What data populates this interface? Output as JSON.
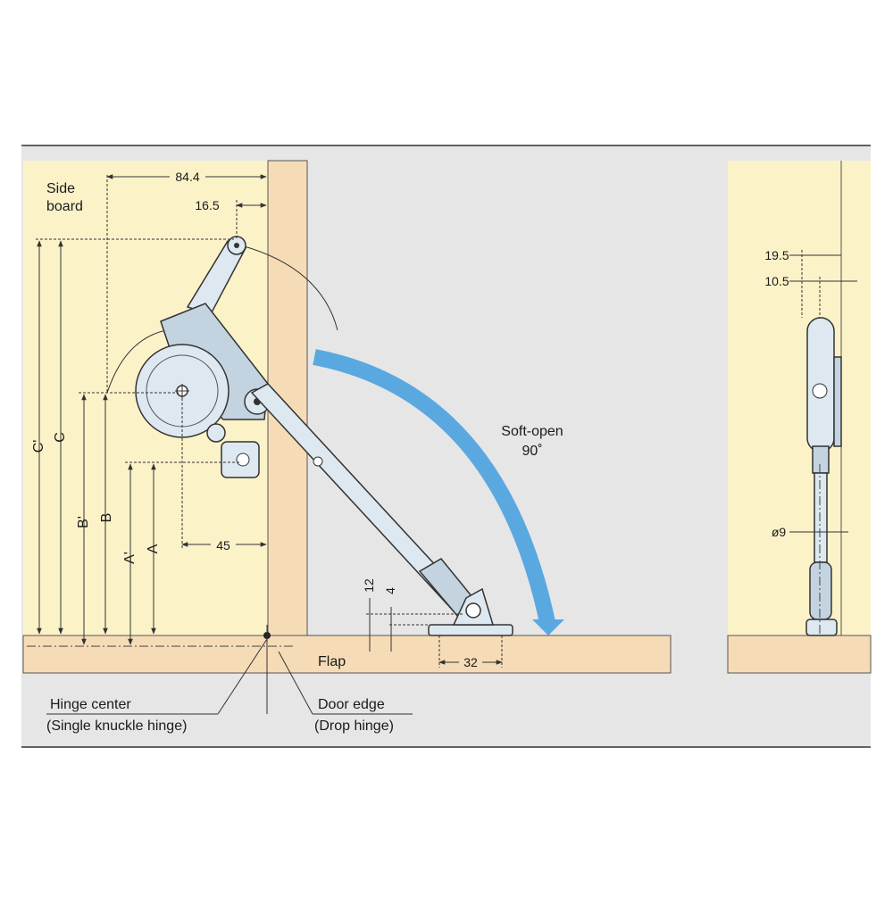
{
  "labels": {
    "side_board": [
      "Side",
      "board"
    ],
    "soft_open": "Soft-open",
    "angle": "90˚",
    "flap": "Flap",
    "hinge_center": "Hinge center",
    "hinge_center_note": "(Single knuckle hinge)",
    "door_edge": "Door edge",
    "door_edge_note": "(Drop hinge)"
  },
  "dimensions": {
    "d84_4": "84.4",
    "d16_5": "16.5",
    "d45": "45",
    "d12": "12",
    "d4": "4",
    "d32": "32",
    "d19_5": "19.5",
    "d10_5": "10.5",
    "dia9": "ø9",
    "C_prime": "C'",
    "C": "C",
    "B_prime": "B'",
    "B": "B",
    "A_prime": "A'",
    "A": "A"
  },
  "colors": {
    "background": "#e6e6e6",
    "cabinet": "#fcf2c8",
    "board": "#f6dcb6",
    "arrow": "#5aa8e0",
    "part": "#dde8f0"
  }
}
